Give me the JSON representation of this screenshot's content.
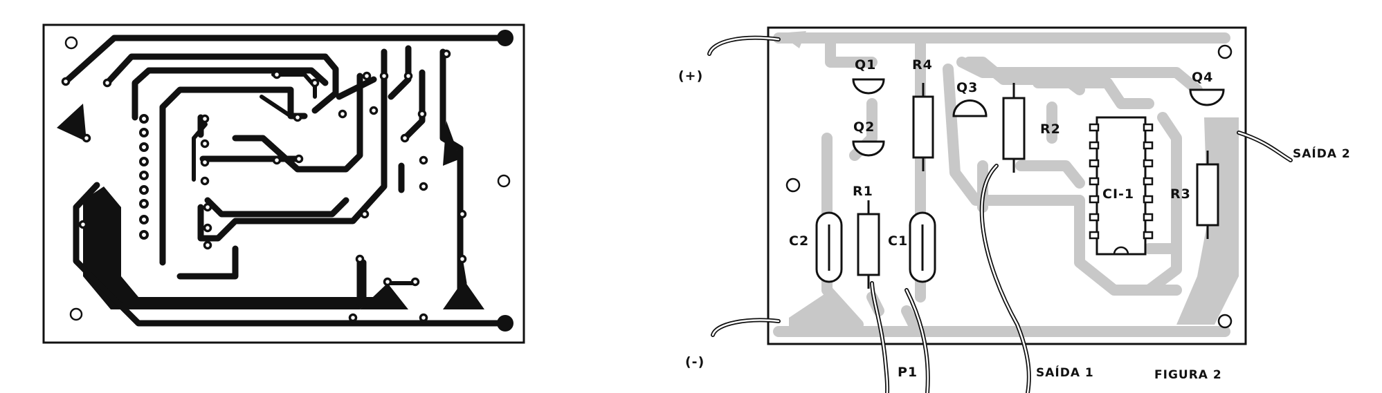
{
  "figure": {
    "caption": "FIGURA 2"
  },
  "pcb_component_side": {
    "terminals": {
      "positive": "(+)",
      "negative": "(-)",
      "output1": "SAÍDA 1",
      "output2": "SAÍDA 2"
    },
    "components": {
      "q1": "Q1",
      "q2": "Q2",
      "q3": "Q3",
      "q4": "Q4",
      "r1": "R1",
      "r2": "R2",
      "r3": "R3",
      "r4": "R4",
      "c1": "C1",
      "c2": "C2",
      "ci1": "CI-1",
      "p1": "P1"
    }
  },
  "colors": {
    "ink": "#111111",
    "copper_shade": "#c8c8c8",
    "paper": "#ffffff"
  }
}
